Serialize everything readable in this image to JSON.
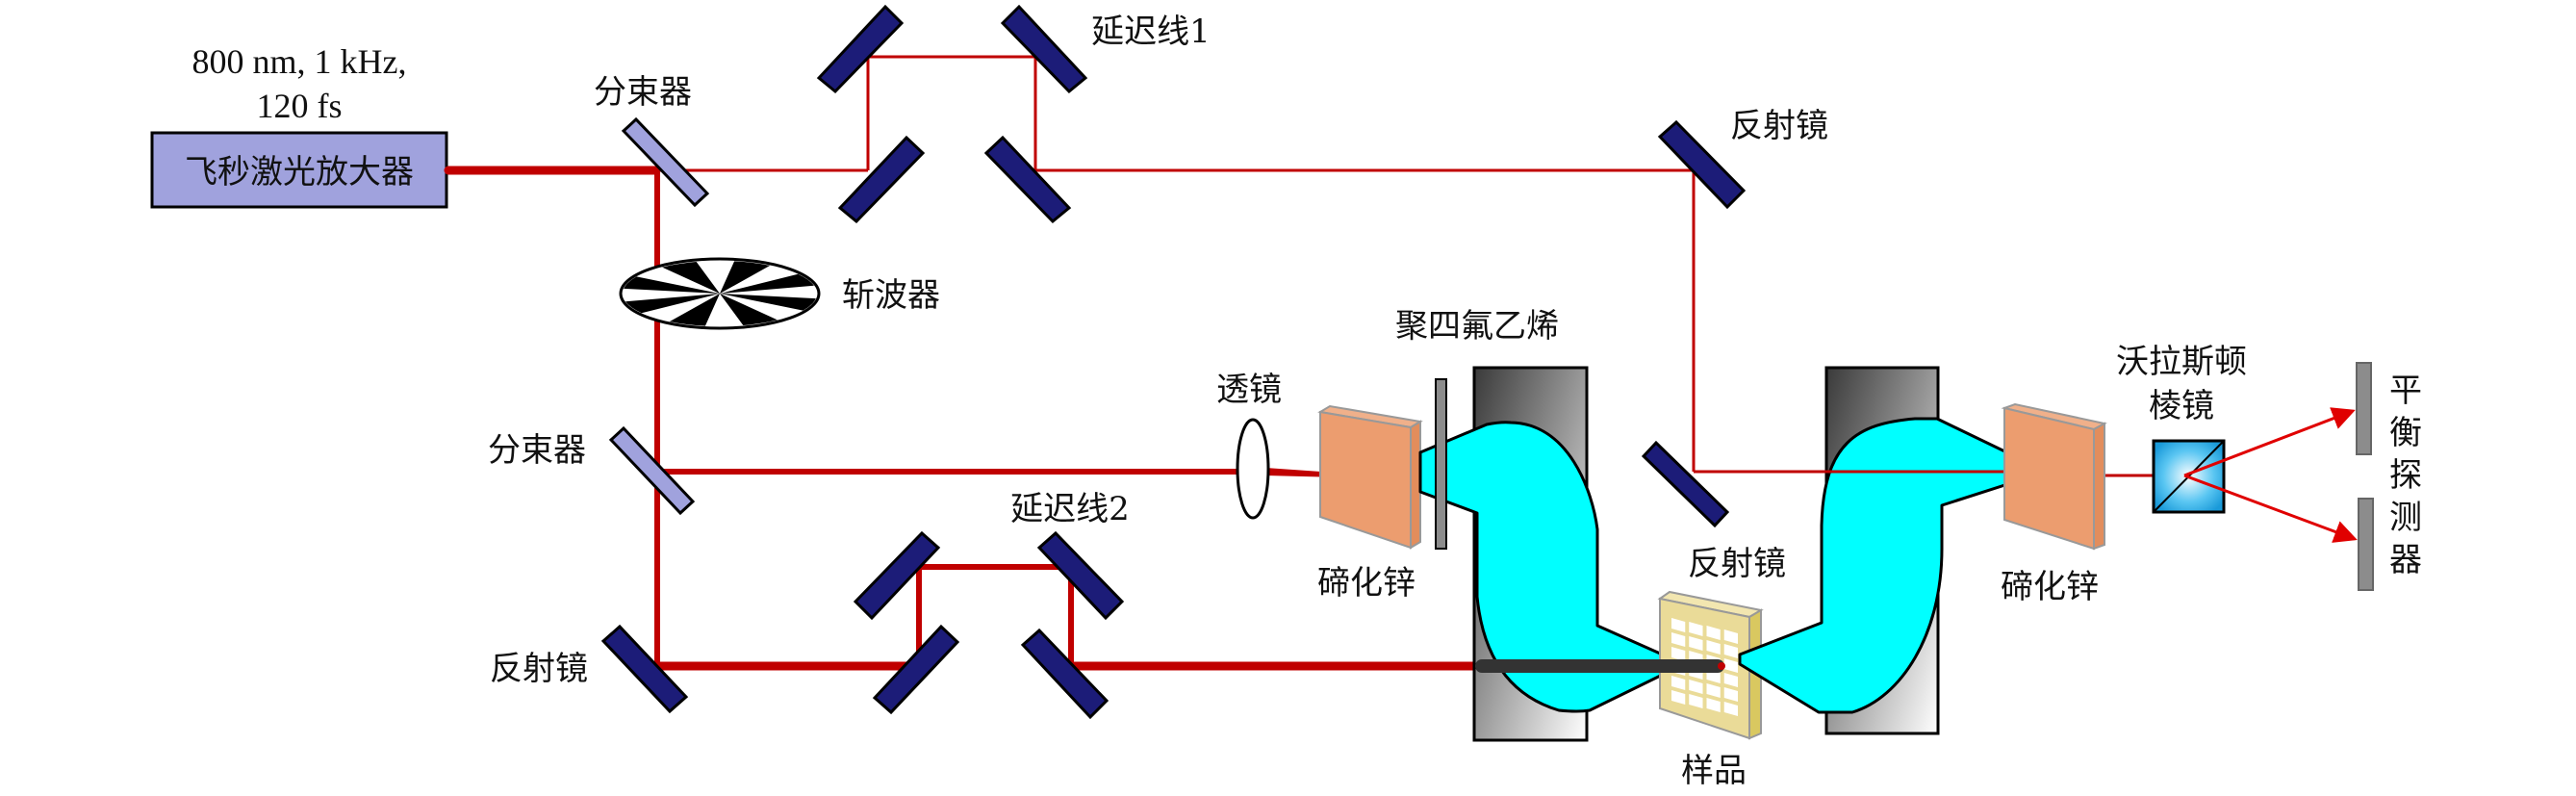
{
  "title": "Terahertz time-domain spectroscopy optical setup",
  "colors": {
    "beam": "#c00000",
    "mirror": "#1c1c78",
    "beam_splitter": "#a0a2dd",
    "laser_box": "#a0a2dd",
    "thz_beam": "#00ffff",
    "znte": "#ec9d6f",
    "sample": "#eadb98",
    "detector": "#8c8c8c",
    "arrow": "#e00000"
  },
  "laser": {
    "spec_line1": "800 nm, 1 kHz,",
    "spec_line2": "120 fs",
    "label": "飞秒激光放大器"
  },
  "labels": {
    "beam_splitter_top": "分束器",
    "delay_line_1": "延迟线1",
    "mirror_top_right": "反射镜",
    "chopper": "斩波器",
    "ptfe": "聚四氟乙烯",
    "lens": "透镜",
    "beam_splitter_mid": "分束器",
    "delay_line_2": "延迟线2",
    "znte_left": "碲化锌",
    "mirror_center": "反射镜",
    "sample": "样品",
    "mirror_bottom_left": "反射镜",
    "znte_right": "碲化锌",
    "wollaston_line1": "沃拉斯顿",
    "wollaston_line2": "棱镜",
    "detector_chars": [
      "平",
      "衡",
      "探",
      "测",
      "器"
    ]
  }
}
